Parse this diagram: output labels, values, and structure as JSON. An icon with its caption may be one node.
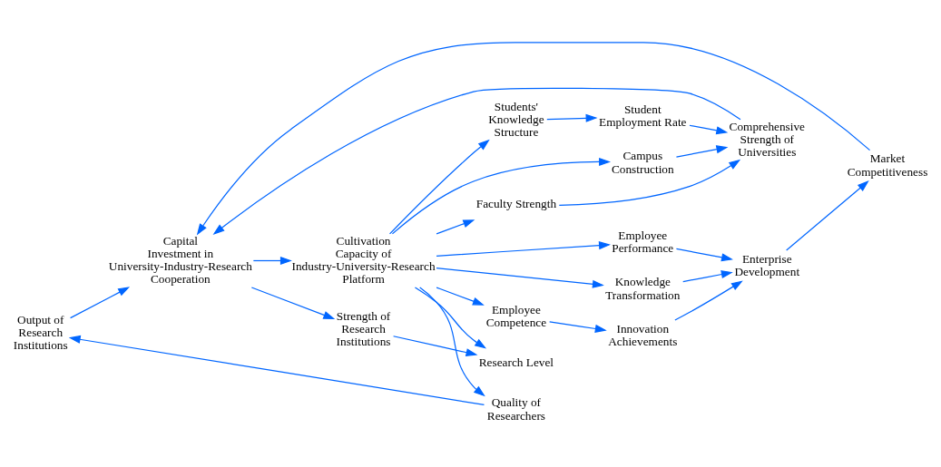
{
  "diagram": {
    "nodes": [
      {
        "text": [
          "Output of Research Institutions"
        ]
      },
      {
        "text": [
          "Market Competitiveness"
        ]
      },
      {
        "text": [
          "Strength of Research Institutions"
        ]
      },
      {
        "text": [
          "Comprehensive Strength of Universities"
        ]
      },
      {
        "text": [
          "Enterprise Development"
        ]
      },
      {
        "text": [
          "Capital Investment in University-Industry-Research Cooperation"
        ]
      },
      {
        "text": [
          "Quality of Researchers"
        ]
      },
      {
        "text": [
          "Research Level"
        ]
      },
      {
        "text": [
          "Knowledge Transformation"
        ]
      },
      {
        "text": [
          "Campus Construction"
        ]
      },
      {
        "text": [
          "Cultivation Capacity of Industry-University-Research Platform"
        ]
      },
      {
        "text": [
          "Innovation Achievements"
        ]
      },
      {
        "text": [
          "Employee Performance"
        ]
      },
      {
        "text": [
          "Faculty Strength"
        ]
      },
      {
        "text": [
          "Student Employment Rate"
        ]
      },
      {
        "text": [
          "Employee Competence"
        ]
      },
      {
        "text": [
          "Students' Knowledge Structure"
        ]
      }
    ],
    "edges": [
      {
        "from": 0,
        "to": 5,
        "arrow": "to"
      },
      {
        "from": 1,
        "to": 5,
        "arrow": "to"
      },
      {
        "from": 4,
        "to": 1,
        "arrow": "to"
      },
      {
        "from": 6,
        "to": 0,
        "arrow": "to"
      },
      {
        "from": 5,
        "to": 2,
        "arrow": "to"
      },
      {
        "from": 3,
        "to": 5,
        "arrow": "to"
      },
      {
        "from": 2,
        "to": 7,
        "arrow": "to"
      },
      {
        "from": 5,
        "to": 10,
        "arrow": "to"
      },
      {
        "from": 8,
        "to": 4,
        "arrow": "to"
      },
      {
        "from": 12,
        "to": 4,
        "arrow": "to"
      },
      {
        "from": 11,
        "to": 4,
        "arrow": "to"
      },
      {
        "from": 10,
        "to": 8,
        "arrow": "to"
      },
      {
        "from": 10,
        "to": 12,
        "arrow": "to"
      },
      {
        "from": 10,
        "to": 15,
        "arrow": "to"
      },
      {
        "from": 15,
        "to": 11,
        "arrow": "to"
      },
      {
        "from": 10,
        "to": 6,
        "arrow": "to"
      },
      {
        "from": 10,
        "to": 9,
        "arrow": "to"
      },
      {
        "from": 10,
        "to": 13,
        "arrow": "to"
      },
      {
        "from": 10,
        "to": 16,
        "arrow": "to"
      },
      {
        "from": 10,
        "to": 7,
        "arrow": "to"
      },
      {
        "from": 9,
        "to": 3,
        "arrow": "to"
      },
      {
        "from": 13,
        "to": 3,
        "arrow": "to"
      },
      {
        "from": 14,
        "to": 3,
        "arrow": "to"
      },
      {
        "from": 16,
        "to": 14,
        "arrow": "to"
      }
    ]
  }
}
